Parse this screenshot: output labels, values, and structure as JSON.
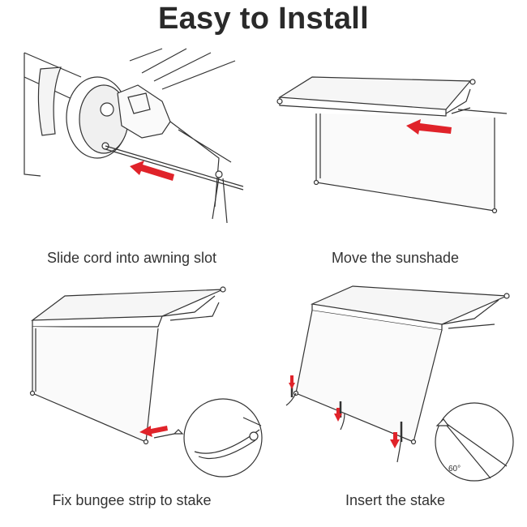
{
  "title": "Easy to Install",
  "steps": [
    {
      "caption": "Slide cord into awning slot"
    },
    {
      "caption": "Move the sunshade"
    },
    {
      "caption": "Fix bungee strip to stake"
    },
    {
      "caption": "Insert the stake"
    }
  ],
  "angle_label": "60°",
  "colors": {
    "arrow": "#e0232a",
    "line": "#333333",
    "title": "#2a2a2a"
  }
}
